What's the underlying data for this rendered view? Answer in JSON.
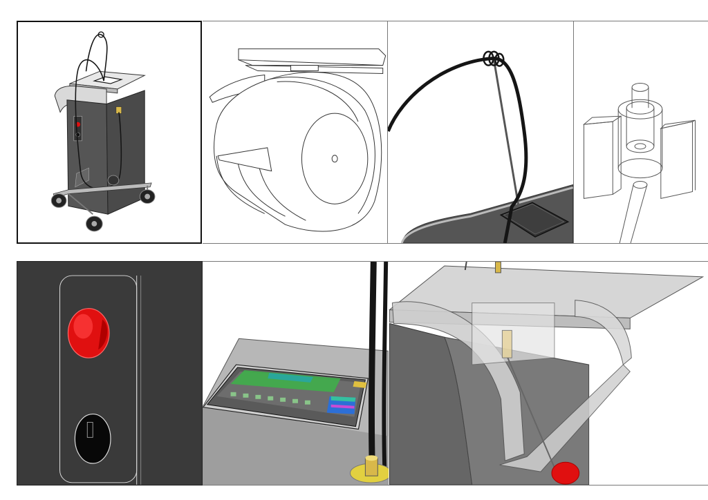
{
  "figure": {
    "panels": [
      {
        "id": "overview",
        "subject": "cart-unit"
      },
      {
        "id": "wheel-detail",
        "subject": "caster-wheel"
      },
      {
        "id": "cable-detail",
        "subject": "cable-loop"
      },
      {
        "id": "connector-detail",
        "subject": "wireframe-connector"
      },
      {
        "id": "button-detail",
        "subject": "emergency-stop-and-key-switch"
      },
      {
        "id": "display-detail",
        "subject": "touch-display"
      },
      {
        "id": "handle-detail",
        "subject": "transparent-handle"
      }
    ],
    "colors": {
      "dark_panel": "#3a3a3a",
      "body_gray": "#4a4a4a",
      "emergency_red": "#e01010",
      "connector_gold": "#d8b84a",
      "cable_black": "#151515",
      "display_green": "#3fae4a",
      "display_teal": "#2aa79a"
    }
  }
}
